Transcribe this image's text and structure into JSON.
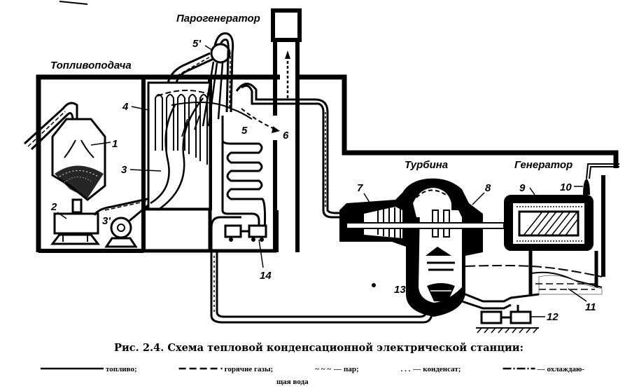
{
  "section_labels": {
    "fuel_supply": "Топливоподача",
    "steam_generator": "Парогенератор",
    "turbine": "Турбина",
    "generator": "Генератор"
  },
  "component_numbers": [
    "1",
    "2",
    "3",
    "3'",
    "4",
    "5",
    "5'",
    "6",
    "7",
    "8",
    "9",
    "10",
    "11",
    "12",
    "13",
    "14"
  ],
  "caption": {
    "title": "Рис. 2.4. Схема тепловой конденсационной электрической станции:",
    "legend": [
      {
        "line_style": "solid",
        "label": "топливо;"
      },
      {
        "line_style": "dashed",
        "label": "горячие газы;"
      },
      {
        "line_style": "wavy",
        "label": "пар;"
      },
      {
        "line_style": "dotted",
        "label": "конденсат;"
      },
      {
        "line_style": "dash-dot",
        "label": "охлаждаю-",
        "label_cont": "щая вода"
      }
    ],
    "dash_sep": "—",
    "legend_wavy_glyph": "~ ~ ~",
    "legend_dots_glyph": ". . ."
  }
}
